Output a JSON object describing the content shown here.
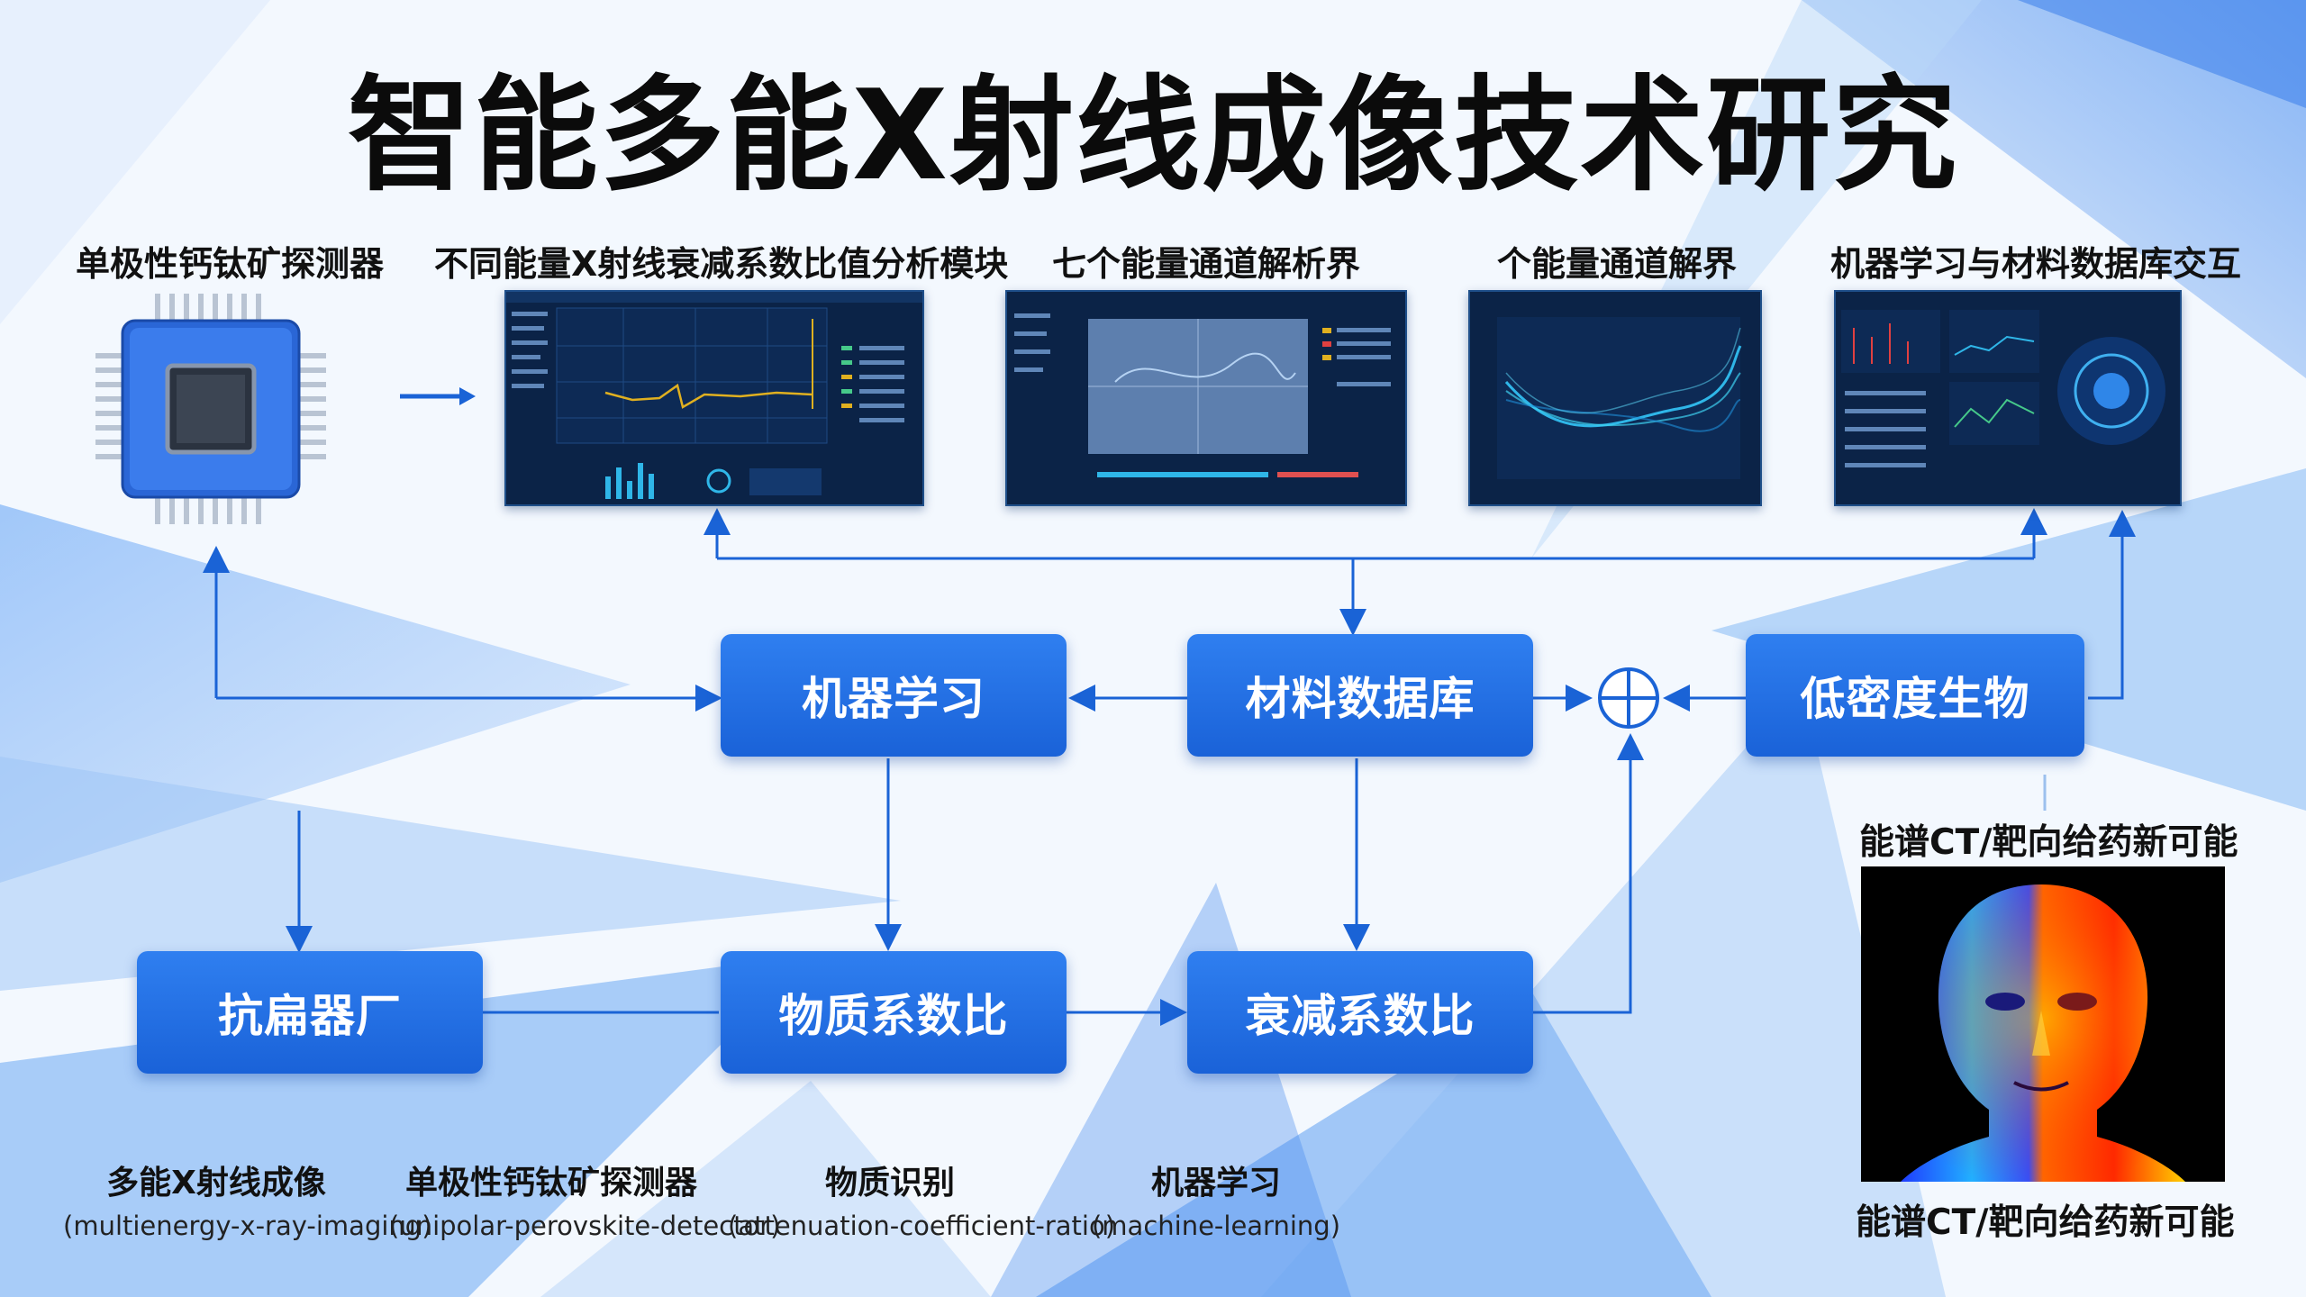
{
  "title": "智能多能X射线成像技术研究",
  "top_labels": [
    "单极性钙钛矿探测器",
    "不同能量X射线衰减系数比值分析模块",
    "七个能量通道解析界",
    "个能量通道解界",
    "机器学习与材料数据库交互"
  ],
  "boxes": {
    "ml": "机器学习",
    "db": "材料数据库",
    "bio": "低密度生物",
    "left": "抗扁器厂",
    "material_ratio": "物质系数比",
    "atten_ratio": "衰减系数比"
  },
  "bottom_labels": [
    {
      "zh": "多能X射线成像",
      "en": "(multienergy-x-ray-imaging)"
    },
    {
      "zh": "单极性钙钛矿探测器",
      "en": "(unipolar-perovskite-detector)"
    },
    {
      "zh": "物质识别",
      "en": "(attenuation-coefficient-ratio)"
    },
    {
      "zh": "机器学习",
      "en": "(machine-learning)"
    }
  ],
  "right_panel": {
    "top_label": "能谱CT/靶向给药新可能",
    "bottom_label": "能谱CT/靶向给药新可能"
  },
  "colors": {
    "box_blue": "#1f6be0",
    "arrow_blue": "#1a63d6",
    "screen_bg": "#0b2347"
  }
}
